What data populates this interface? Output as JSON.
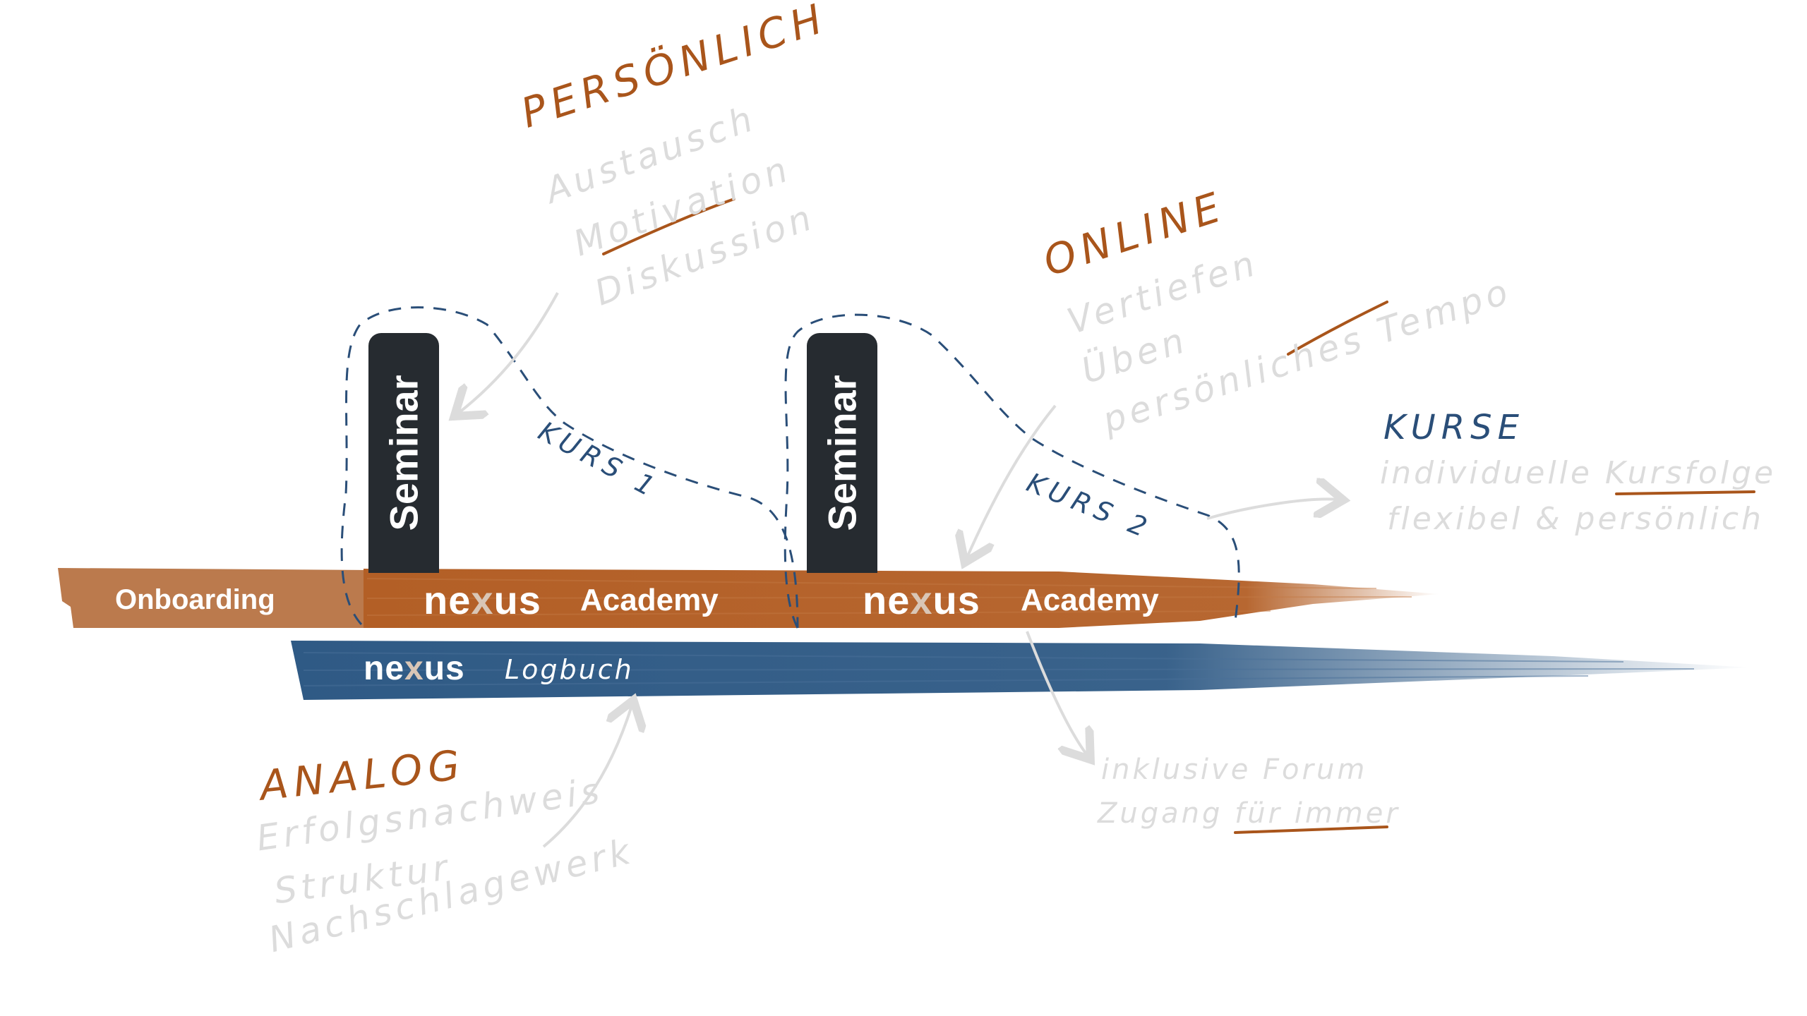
{
  "persoenlich": {
    "title": "PERSÖNLICH",
    "items": [
      "Austausch",
      "Motivation",
      "Diskussion"
    ]
  },
  "online": {
    "title": "ONLINE",
    "items": [
      "Vertiefen",
      "Üben",
      "persönliches Tempo"
    ]
  },
  "kurse": {
    "title": "KURSE",
    "items": [
      "individuelle Kursfolge",
      "flexibel & persönlich"
    ]
  },
  "analog": {
    "title": "ANALOG",
    "items": [
      "Erfolgsnachweis",
      "Struktur",
      "Nachschlagewerk"
    ]
  },
  "forum": {
    "items": [
      "inklusive Forum",
      "Zugang für immer"
    ]
  },
  "courses": [
    "KURS 1",
    "KURS 2"
  ],
  "seminar_label": "Seminar",
  "bars": {
    "onboarding": "Onboarding",
    "academy_word": "Academy",
    "logbuch_word": "Logbuch",
    "logo_pre": "ne",
    "logo_x": "x",
    "logo_post": "us"
  },
  "colors": {
    "orange": "#b35f26",
    "blue": "#2f5a85",
    "dark": "#262b30",
    "annotation": "#a9551b",
    "light_text": "#dcdcdc"
  }
}
